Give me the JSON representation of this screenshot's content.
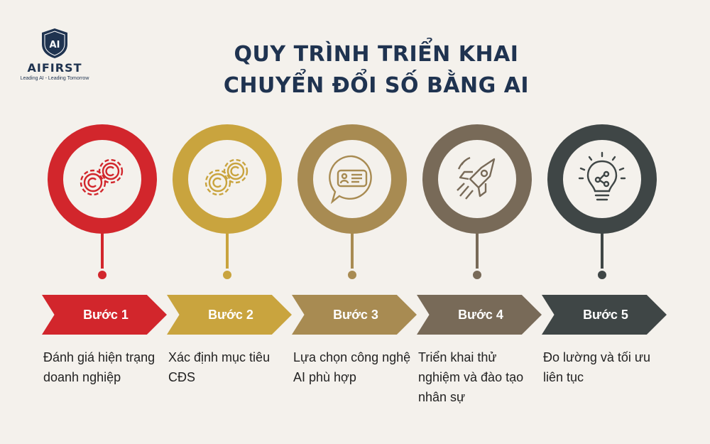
{
  "brand": {
    "name": "AIFIRST",
    "tagline": "Leading AI - Leading Tomorrow",
    "mark": "AI"
  },
  "title": {
    "line1": "QUY TRÌNH TRIỂN KHAI",
    "line2": "CHUYỂN ĐỔI SỐ BẰNG AI"
  },
  "colors": {
    "background": "#f4f1ec",
    "title": "#1f3350"
  },
  "steps": [
    {
      "label": "Bước 1",
      "desc": "Đánh giá hiện trạng doanh nghiệp",
      "color": "#d2262c",
      "icon": "gears-icon"
    },
    {
      "label": "Bước 2",
      "desc": "Xác định mục tiêu CĐS",
      "color": "#c9a43e",
      "icon": "gears-icon"
    },
    {
      "label": "Bước 3",
      "desc": "Lựa chọn công nghệ AI phù hợp",
      "color": "#a88b52",
      "icon": "chat-profile-icon"
    },
    {
      "label": "Bước 4",
      "desc": "Triển khai thử nghiệm và đào tạo nhân sự",
      "color": "#786a58",
      "icon": "rocket-icon"
    },
    {
      "label": "Bước 5",
      "desc": "Đo lường và tối ưu liên tục",
      "color": "#3f4646",
      "icon": "lightbulb-icon"
    }
  ]
}
